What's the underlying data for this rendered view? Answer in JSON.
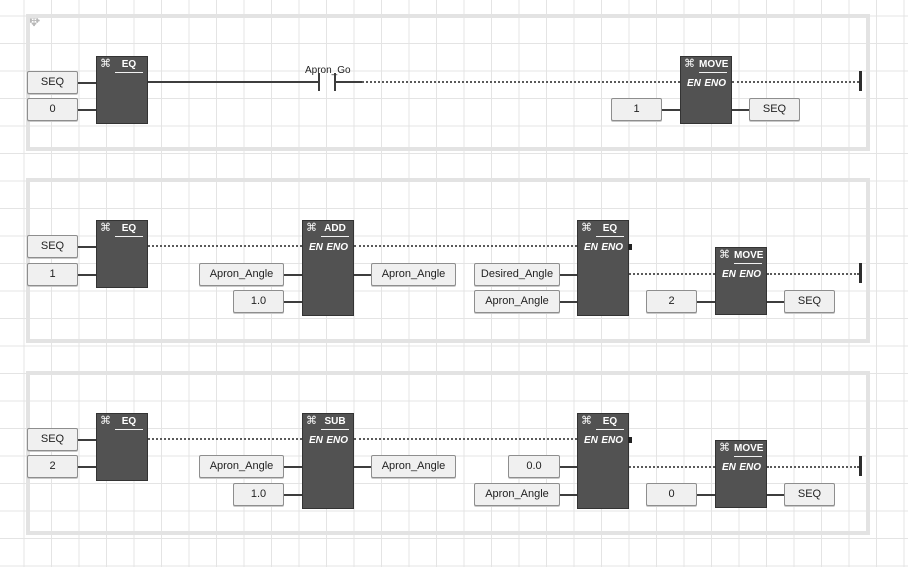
{
  "rungs": [
    {
      "eq_block": {
        "title": "EQ",
        "in1": "SEQ",
        "in2": "0"
      },
      "contact": {
        "label": "Apron_Go"
      },
      "move_block": {
        "title": "MOVE",
        "en": "EN",
        "eno": "ENO",
        "in": "1",
        "out": "SEQ"
      }
    },
    {
      "eq_block": {
        "title": "EQ",
        "in1": "SEQ",
        "in2": "1"
      },
      "math_block": {
        "title": "ADD",
        "en": "EN",
        "eno": "ENO",
        "in1": "Apron_Angle",
        "in2": "1.0",
        "out": "Apron_Angle"
      },
      "cmp_block": {
        "title": "EQ",
        "en": "EN",
        "eno": "ENO",
        "in1": "Desired_Angle",
        "in2": "Apron_Angle"
      },
      "move_block": {
        "title": "MOVE",
        "en": "EN",
        "eno": "ENO",
        "in": "2",
        "out": "SEQ"
      }
    },
    {
      "eq_block": {
        "title": "EQ",
        "in1": "SEQ",
        "in2": "2"
      },
      "math_block": {
        "title": "SUB",
        "en": "EN",
        "eno": "ENO",
        "in1": "Apron_Angle",
        "in2": "1.0",
        "out": "Apron_Angle"
      },
      "cmp_block": {
        "title": "EQ",
        "en": "EN",
        "eno": "ENO",
        "in1": "0.0",
        "in2": "Apron_Angle"
      },
      "move_block": {
        "title": "MOVE",
        "en": "EN",
        "eno": "ENO",
        "in": "0",
        "out": "SEQ"
      }
    }
  ]
}
